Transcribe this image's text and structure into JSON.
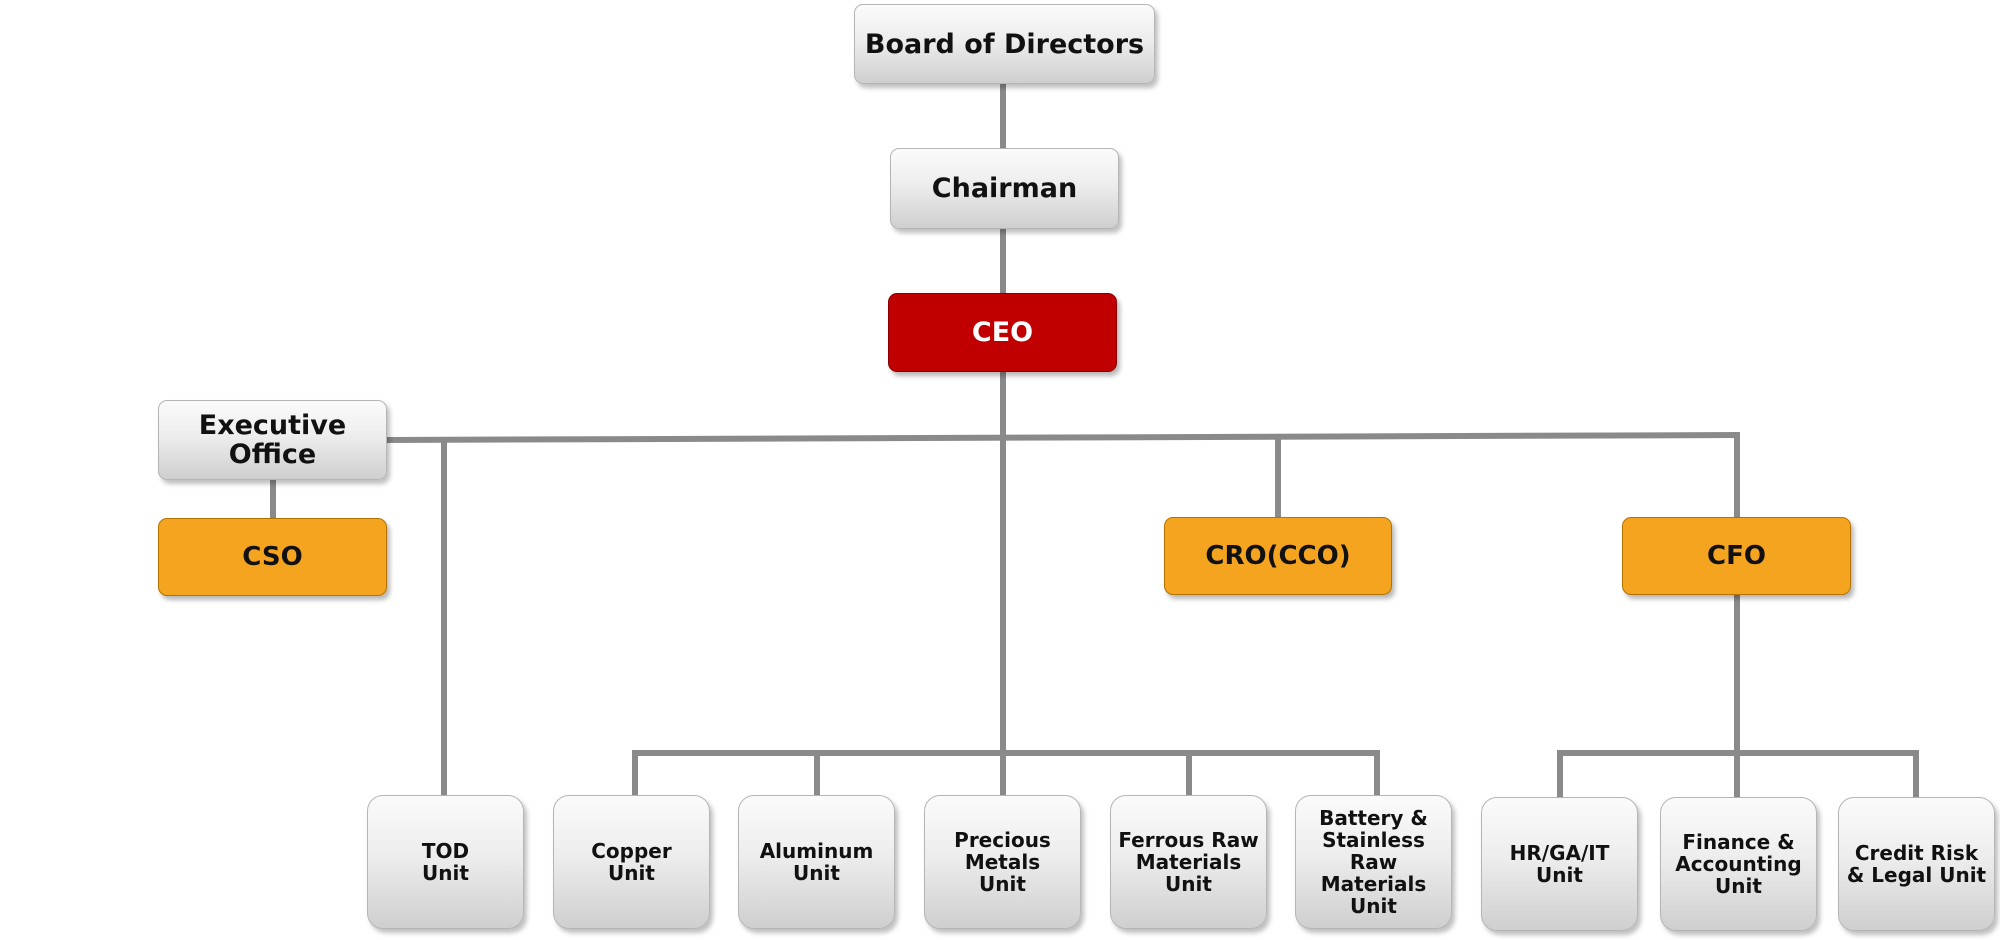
{
  "org_chart": {
    "board": "Board of Directors",
    "chairman": "Chairman",
    "ceo": "CEO",
    "executive_office": "Executive\nOffice",
    "cso": "CSO",
    "cro": "CRO(CCO)",
    "cfo": "CFO",
    "units": {
      "tod": "TOD\nUnit",
      "copper": "Copper\nUnit",
      "aluminum": "Aluminum\nUnit",
      "precious_metals": "Precious\nMetals\nUnit",
      "ferrous": "Ferrous Raw\nMaterials\nUnit",
      "battery": "Battery &\nStainless Raw\nMaterials\nUnit",
      "hr": "HR/GA/IT\nUnit",
      "finance": "Finance &\nAccounting\nUnit",
      "credit": "Credit Risk\n& Legal Unit"
    }
  },
  "colors": {
    "connector": "#8a8a8a",
    "ceo": "#c00000",
    "officer": "#f5a41f",
    "box": "#e6e6e6"
  }
}
